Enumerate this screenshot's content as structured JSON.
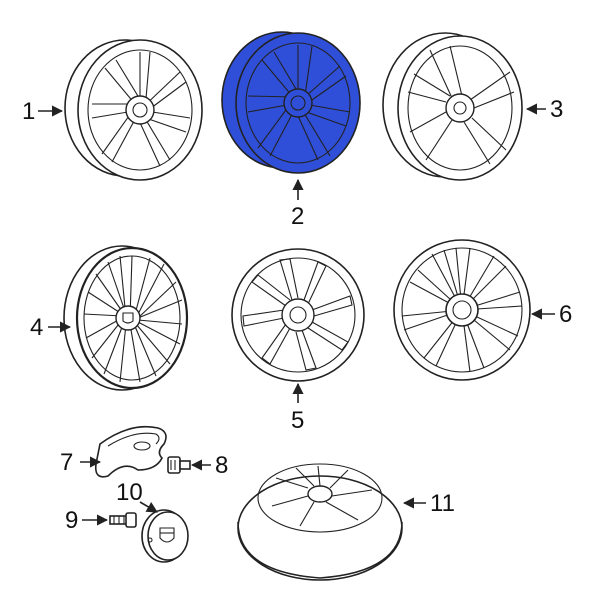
{
  "diagram": {
    "highlight_color": "#2f4fd8",
    "highlighted_part": "2",
    "parts": [
      {
        "label": "1"
      },
      {
        "label": "2"
      },
      {
        "label": "3"
      },
      {
        "label": "4"
      },
      {
        "label": "5"
      },
      {
        "label": "6"
      },
      {
        "label": "7"
      },
      {
        "label": "8"
      },
      {
        "label": "9"
      },
      {
        "label": "10"
      },
      {
        "label": "11"
      }
    ]
  }
}
